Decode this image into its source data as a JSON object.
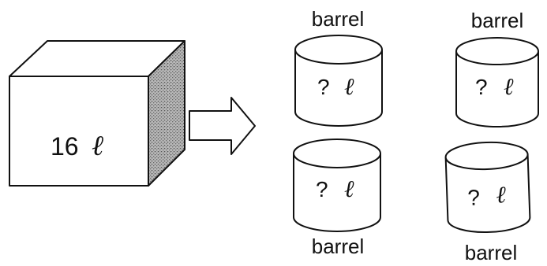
{
  "cube": {
    "volume_value": "16",
    "unit_symbol": "ℓ"
  },
  "barrels": [
    {
      "label": "barrel",
      "volume_text": "?",
      "unit_symbol": "ℓ"
    },
    {
      "label": "barrel",
      "volume_text": "?",
      "unit_symbol": "ℓ"
    },
    {
      "label": "barrel",
      "volume_text": "?",
      "unit_symbol": "ℓ"
    },
    {
      "label": "barrel",
      "volume_text": "?",
      "unit_symbol": "ℓ"
    }
  ],
  "colors": {
    "ink": "#111111",
    "shaded_face": "#9a9a9a",
    "background": "#ffffff"
  }
}
